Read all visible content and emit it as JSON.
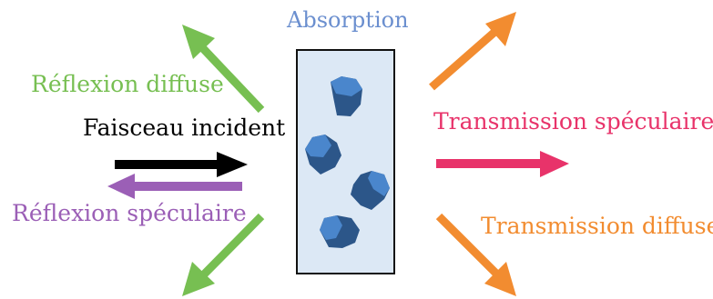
{
  "labels": {
    "absorption": "Absorption",
    "diffuse_reflection": "Réflexion diffuse",
    "incident_beam": "Faisceau incident",
    "specular_reflection": "Réflexion spéculaire",
    "specular_transmission": "Transmission spéculaire",
    "diffuse_transmission": "Transmission diffuse"
  },
  "colors": {
    "absorption": "#6b8fcf",
    "diffuse_reflection": "#77bf52",
    "incident_beam": "#000000",
    "specular_reflection": "#9b5fb6",
    "specular_transmission": "#e8336a",
    "diffuse_transmission": "#f28c30",
    "sample_fill": "#dce8f5",
    "sample_border": "#111111",
    "particle_face": "#4a86cc",
    "particle_side": "#2c5689"
  }
}
